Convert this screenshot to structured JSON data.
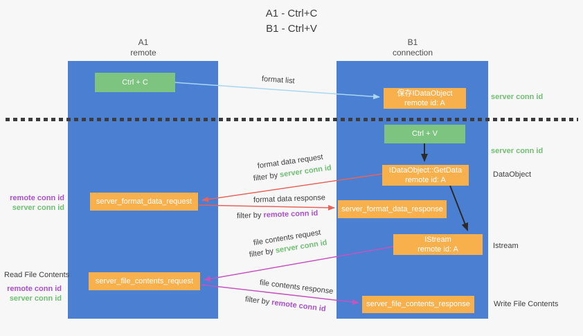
{
  "title": {
    "line1": "A1 - Ctrl+C",
    "line2": "B1 - Ctrl+V"
  },
  "lanes": {
    "a1": {
      "name": "A1",
      "role": "remote"
    },
    "b1": {
      "name": "B1",
      "role": "connection"
    }
  },
  "nodes": {
    "ctrl_c": {
      "label": "Ctrl + C"
    },
    "ctrl_v": {
      "label": "Ctrl + V"
    },
    "save_dataobject": {
      "line1": "保存IDataObject",
      "line2": "remote id: A"
    },
    "getdata": {
      "line1": "IDataObject::GetData",
      "line2": "remote id: A"
    },
    "istream": {
      "line1": "IStream",
      "line2": "remote id: A"
    },
    "server_format_data_request": {
      "label": "server_format_data_request"
    },
    "server_format_data_response": {
      "label": "server_format_data_response"
    },
    "server_file_contents_request": {
      "label": "server_file_contents_request"
    },
    "server_file_contents_response": {
      "label": "server_file_contents_response"
    }
  },
  "side_labels": {
    "server_conn_id_top": "server conn id",
    "server_conn_id_mid": "server conn id",
    "dataobject": "DataObject",
    "istream": "Istream",
    "write_file_contents": "Write File Contents",
    "read_file_contents": "Read File Contents",
    "format_remote_conn_id": "remote conn id",
    "format_server_conn_id": "server conn id",
    "file_remote_conn_id": "remote conn id",
    "file_server_conn_id": "server conn id"
  },
  "arrow_labels": {
    "format_list": "format list",
    "format_data_request": "format data request",
    "format_data_response": "format data response",
    "file_contents_request": "file contents request",
    "file_contents_response": "file contents response"
  },
  "filters": {
    "format_request": {
      "prefix": "filter by",
      "value": "server conn id"
    },
    "format_response": {
      "prefix": "filter by",
      "value": "remote conn id"
    },
    "file_request": {
      "prefix": "filter by",
      "value": "server conn id"
    },
    "file_response": {
      "prefix": "filter by",
      "value": "remote conn id"
    }
  },
  "colors": {
    "lane_blue": "#4a7fd2",
    "box_green": "#7cc47f",
    "box_orange": "#f8b04d",
    "arrow_blue": "#a9d7f2",
    "arrow_red": "#e8635a",
    "arrow_magenta": "#c753c0",
    "arrow_black": "#2b2b2b",
    "text_green": "#6fbf73",
    "text_purple": "#ab4fcf"
  }
}
